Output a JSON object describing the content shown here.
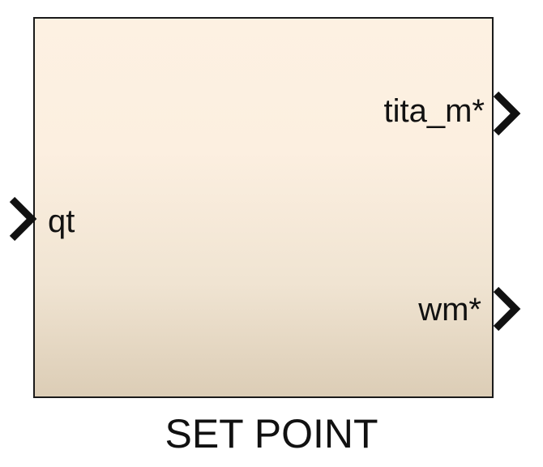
{
  "block": {
    "name": "SET POINT",
    "inputs": [
      {
        "label": "qt"
      }
    ],
    "outputs": [
      {
        "label": "tita_m*"
      },
      {
        "label": "wm*"
      }
    ]
  },
  "colors": {
    "border": "#1a1a1a",
    "fill_top": "#fdf1e2",
    "fill_bottom": "#dccdb6",
    "text": "#111111"
  }
}
